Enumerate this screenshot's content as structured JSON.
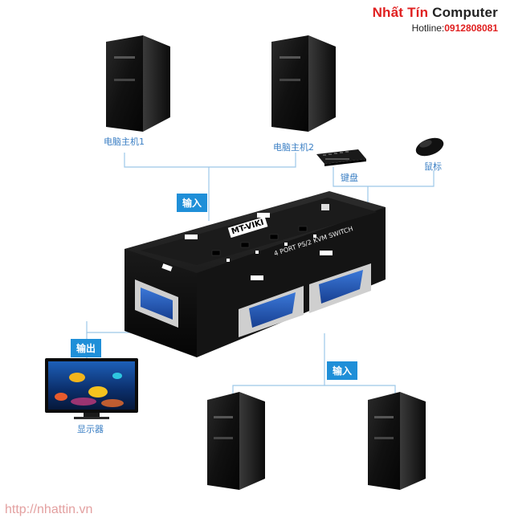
{
  "brand": {
    "name_part1": "Nhất Tín",
    "name_part2": "Computer",
    "hotline_label": "Hotline:",
    "hotline_number": "0912808081"
  },
  "devices": {
    "pc1_label": "电脑主机1",
    "pc2_label": "电脑主机2",
    "keyboard_label": "键盘",
    "mouse_label": "鼠标",
    "monitor_label": "显示器"
  },
  "tags": {
    "input_top": "输入",
    "output": "输出",
    "input_bottom": "输入"
  },
  "switch": {
    "logo": "MT-VIKI",
    "model": "4 PORT PS/2 KVM SWITCH"
  },
  "footer": {
    "url": "http://nhattin.vn"
  },
  "colors": {
    "brand_red": "#e02020",
    "tag_blue": "#1f8fd8",
    "line_blue": "#9cc7e8"
  }
}
